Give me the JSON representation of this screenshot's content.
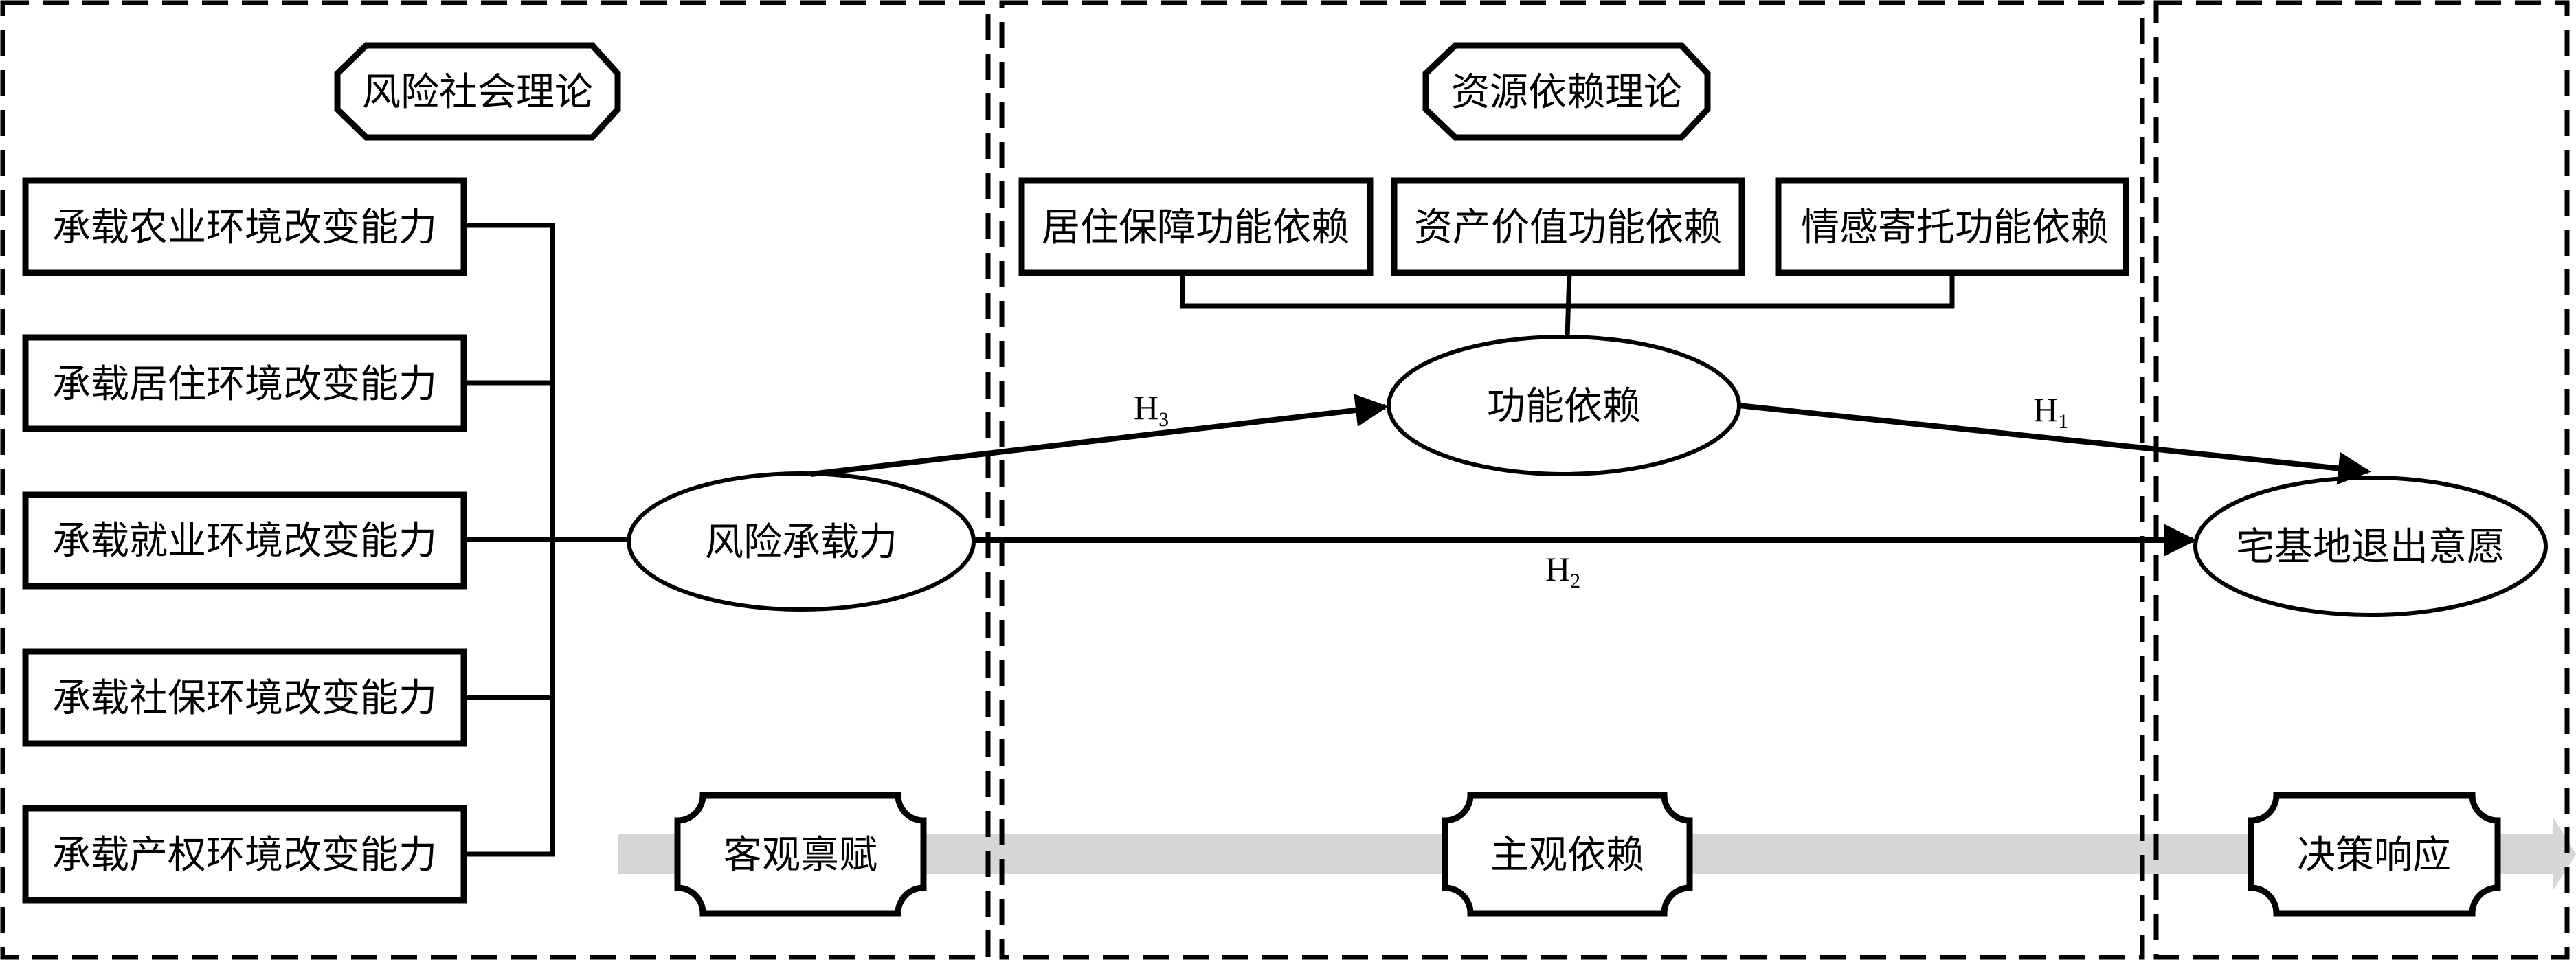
{
  "sections": [
    {
      "id": "left",
      "theory": "风险社会理论",
      "stage": "客观禀赋"
    },
    {
      "id": "middle",
      "theory": "资源依赖理论",
      "stage": "主观依赖"
    },
    {
      "id": "right",
      "theory": "",
      "stage": "决策响应"
    }
  ],
  "capacity_factors": [
    "承载农业环境改变能力",
    "承载居住环境改变能力",
    "承载就业环境改变能力",
    "承载社保环境改变能力",
    "承载产权环境改变能力"
  ],
  "dependence_factors": [
    "居住保障功能依赖",
    "资产价值功能依赖",
    "情感寄托功能依赖"
  ],
  "constructs": {
    "risk_capacity": "风险承载力",
    "functional_dependence": "功能依赖",
    "exit_willingness": "宅基地退出意愿"
  },
  "hypotheses": {
    "h1": {
      "base": "H",
      "sub": "1"
    },
    "h2": {
      "base": "H",
      "sub": "2"
    },
    "h3": {
      "base": "H",
      "sub": "3"
    }
  },
  "colors": {
    "stroke": "#000000",
    "band": "#d6d6d6",
    "background": "#ffffff"
  }
}
